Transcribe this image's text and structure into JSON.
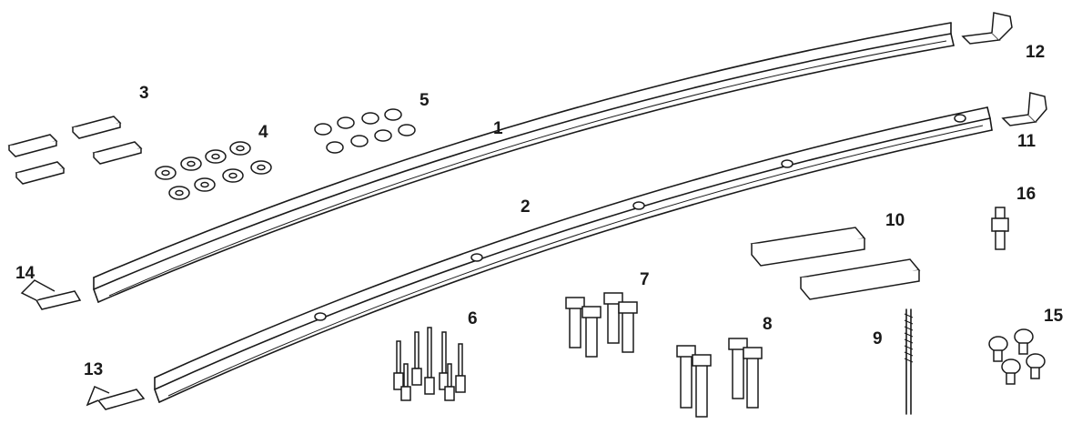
{
  "diagram": {
    "title": "Roof rail kit parts",
    "part_labels": [
      "1",
      "2",
      "3",
      "4",
      "5",
      "6",
      "7",
      "8",
      "9",
      "10",
      "11",
      "12",
      "13",
      "14",
      "15",
      "16"
    ]
  }
}
